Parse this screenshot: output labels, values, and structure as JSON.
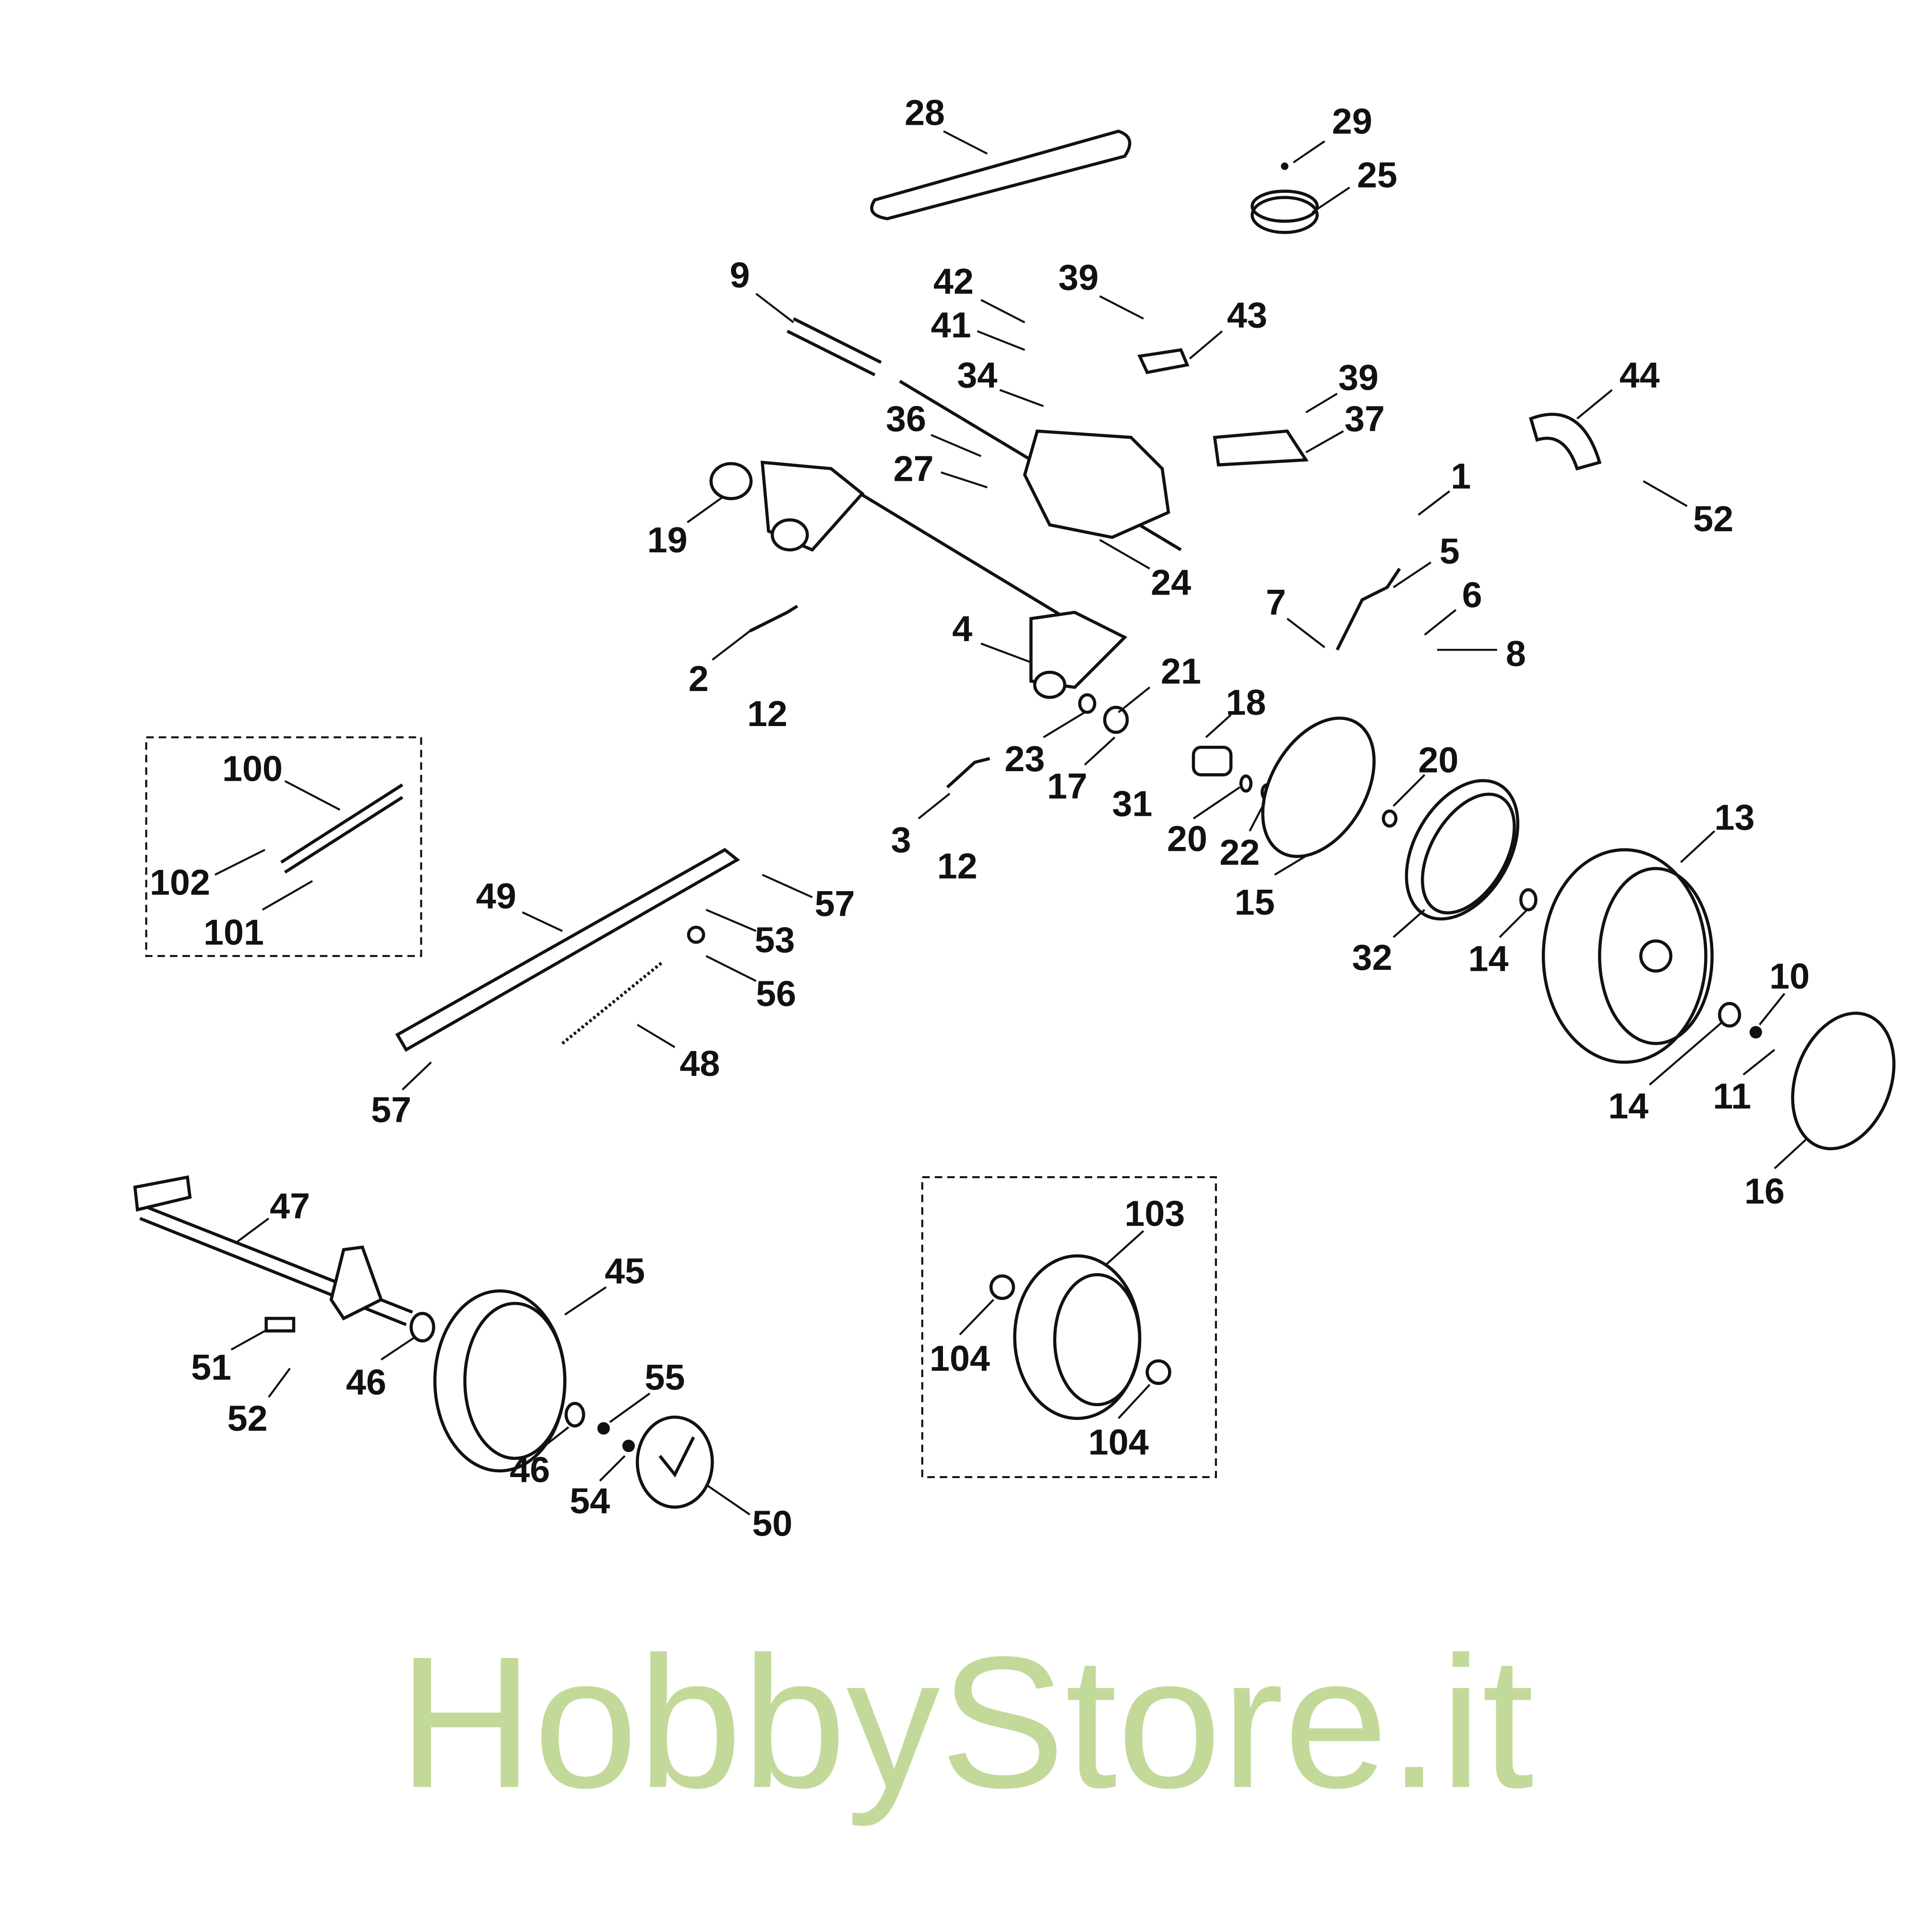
{
  "diagram": {
    "type": "exploded parts diagram",
    "watermark": "HobbyStore.it",
    "callouts": [
      "28",
      "29",
      "25",
      "9",
      "42",
      "39",
      "43",
      "41",
      "34",
      "39",
      "37",
      "44",
      "36",
      "27",
      "1",
      "19",
      "52",
      "24",
      "5",
      "6",
      "7",
      "8",
      "4",
      "2",
      "12",
      "21",
      "18",
      "23",
      "17",
      "31",
      "20",
      "20",
      "22",
      "15",
      "3",
      "12",
      "13",
      "100",
      "102",
      "101",
      "49",
      "57",
      "53",
      "56",
      "48",
      "57",
      "32",
      "14",
      "10",
      "14",
      "11",
      "16",
      "47",
      "103",
      "45",
      "51",
      "46",
      "55",
      "104",
      "52",
      "46",
      "54",
      "104",
      "50"
    ]
  }
}
